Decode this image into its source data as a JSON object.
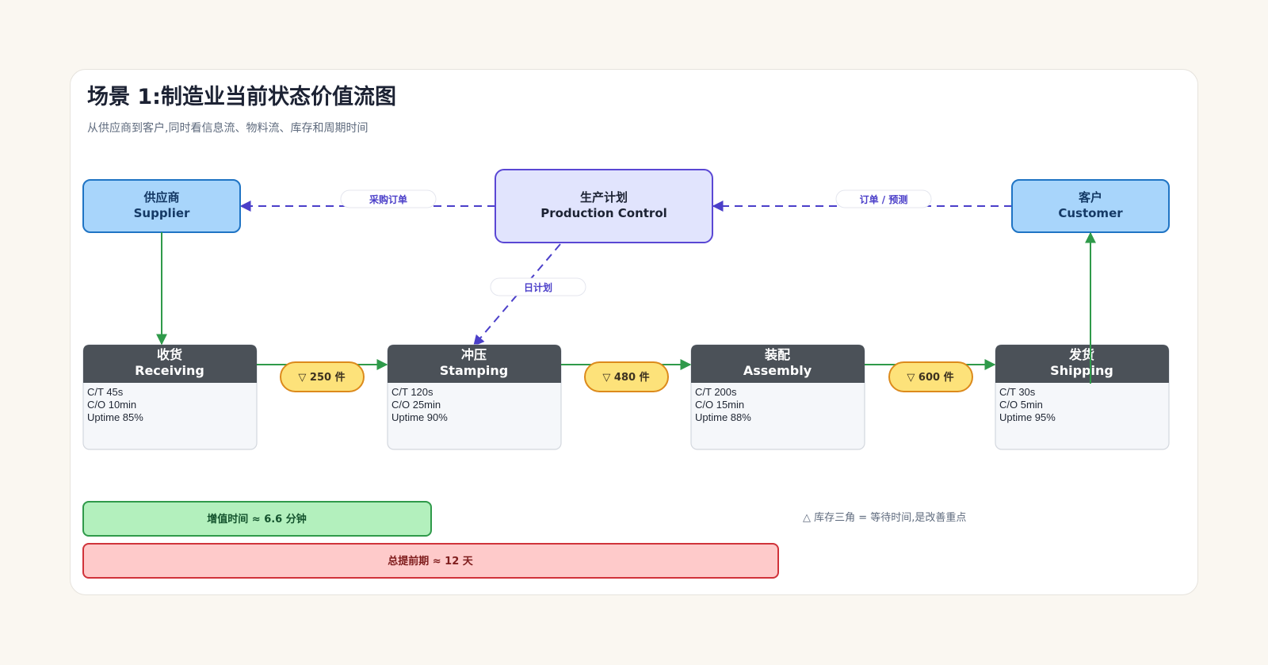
{
  "title": "场景 1:制造业当前状态价值流图",
  "subtitle": "从供应商到客户,同时看信息流、物料流、库存和周期时间",
  "colors": {
    "external_fill": "#a8d5fb",
    "external_stroke": "#1f74c4",
    "control_fill": "#e1e4fd",
    "control_stroke": "#5a47d4",
    "process_header": "#4b5158",
    "process_body": "#f5f7fa",
    "material_flow": "#2f9a4a",
    "info_flow": "#4b3fc9",
    "inventory_fill": "#fde27a",
    "inventory_stroke": "#dc8a1c",
    "value_added_fill": "#b3f0bd",
    "value_added_stroke": "#2f9a4a",
    "lead_time_fill": "#fecaca",
    "lead_time_stroke": "#d0333a"
  },
  "supplier": {
    "line1": "供应商",
    "line2": "Supplier"
  },
  "production_control": {
    "line1": "生产计划",
    "line2": "Production Control"
  },
  "customer": {
    "line1": "客户",
    "line2": "Customer"
  },
  "info_flows": {
    "purchase_order": "采购订单",
    "orders_forecast": "订单 / 预测",
    "daily_schedule": "日计划"
  },
  "processes": [
    {
      "name_cn": "收货",
      "name_en": "Receiving",
      "ct": "C/T 45s",
      "co": "C/O 10min",
      "uptime": "Uptime 85%"
    },
    {
      "name_cn": "冲压",
      "name_en": "Stamping",
      "ct": "C/T 120s",
      "co": "C/O 25min",
      "uptime": "Uptime 90%"
    },
    {
      "name_cn": "装配",
      "name_en": "Assembly",
      "ct": "C/T 200s",
      "co": "C/O 15min",
      "uptime": "Uptime 88%"
    },
    {
      "name_cn": "发货",
      "name_en": "Shipping",
      "ct": "C/T 30s",
      "co": "C/O 5min",
      "uptime": "Uptime 95%"
    }
  ],
  "inventory": [
    {
      "label": "▽ 250 件"
    },
    {
      "label": "▽ 480 件"
    },
    {
      "label": "▽ 600 件"
    }
  ],
  "timeline": {
    "value_added": "增值时间 ≈ 6.6 分钟",
    "lead_time": "总提前期 ≈ 12 天",
    "note": "△ 库存三角 = 等待时间,是改善重点"
  }
}
